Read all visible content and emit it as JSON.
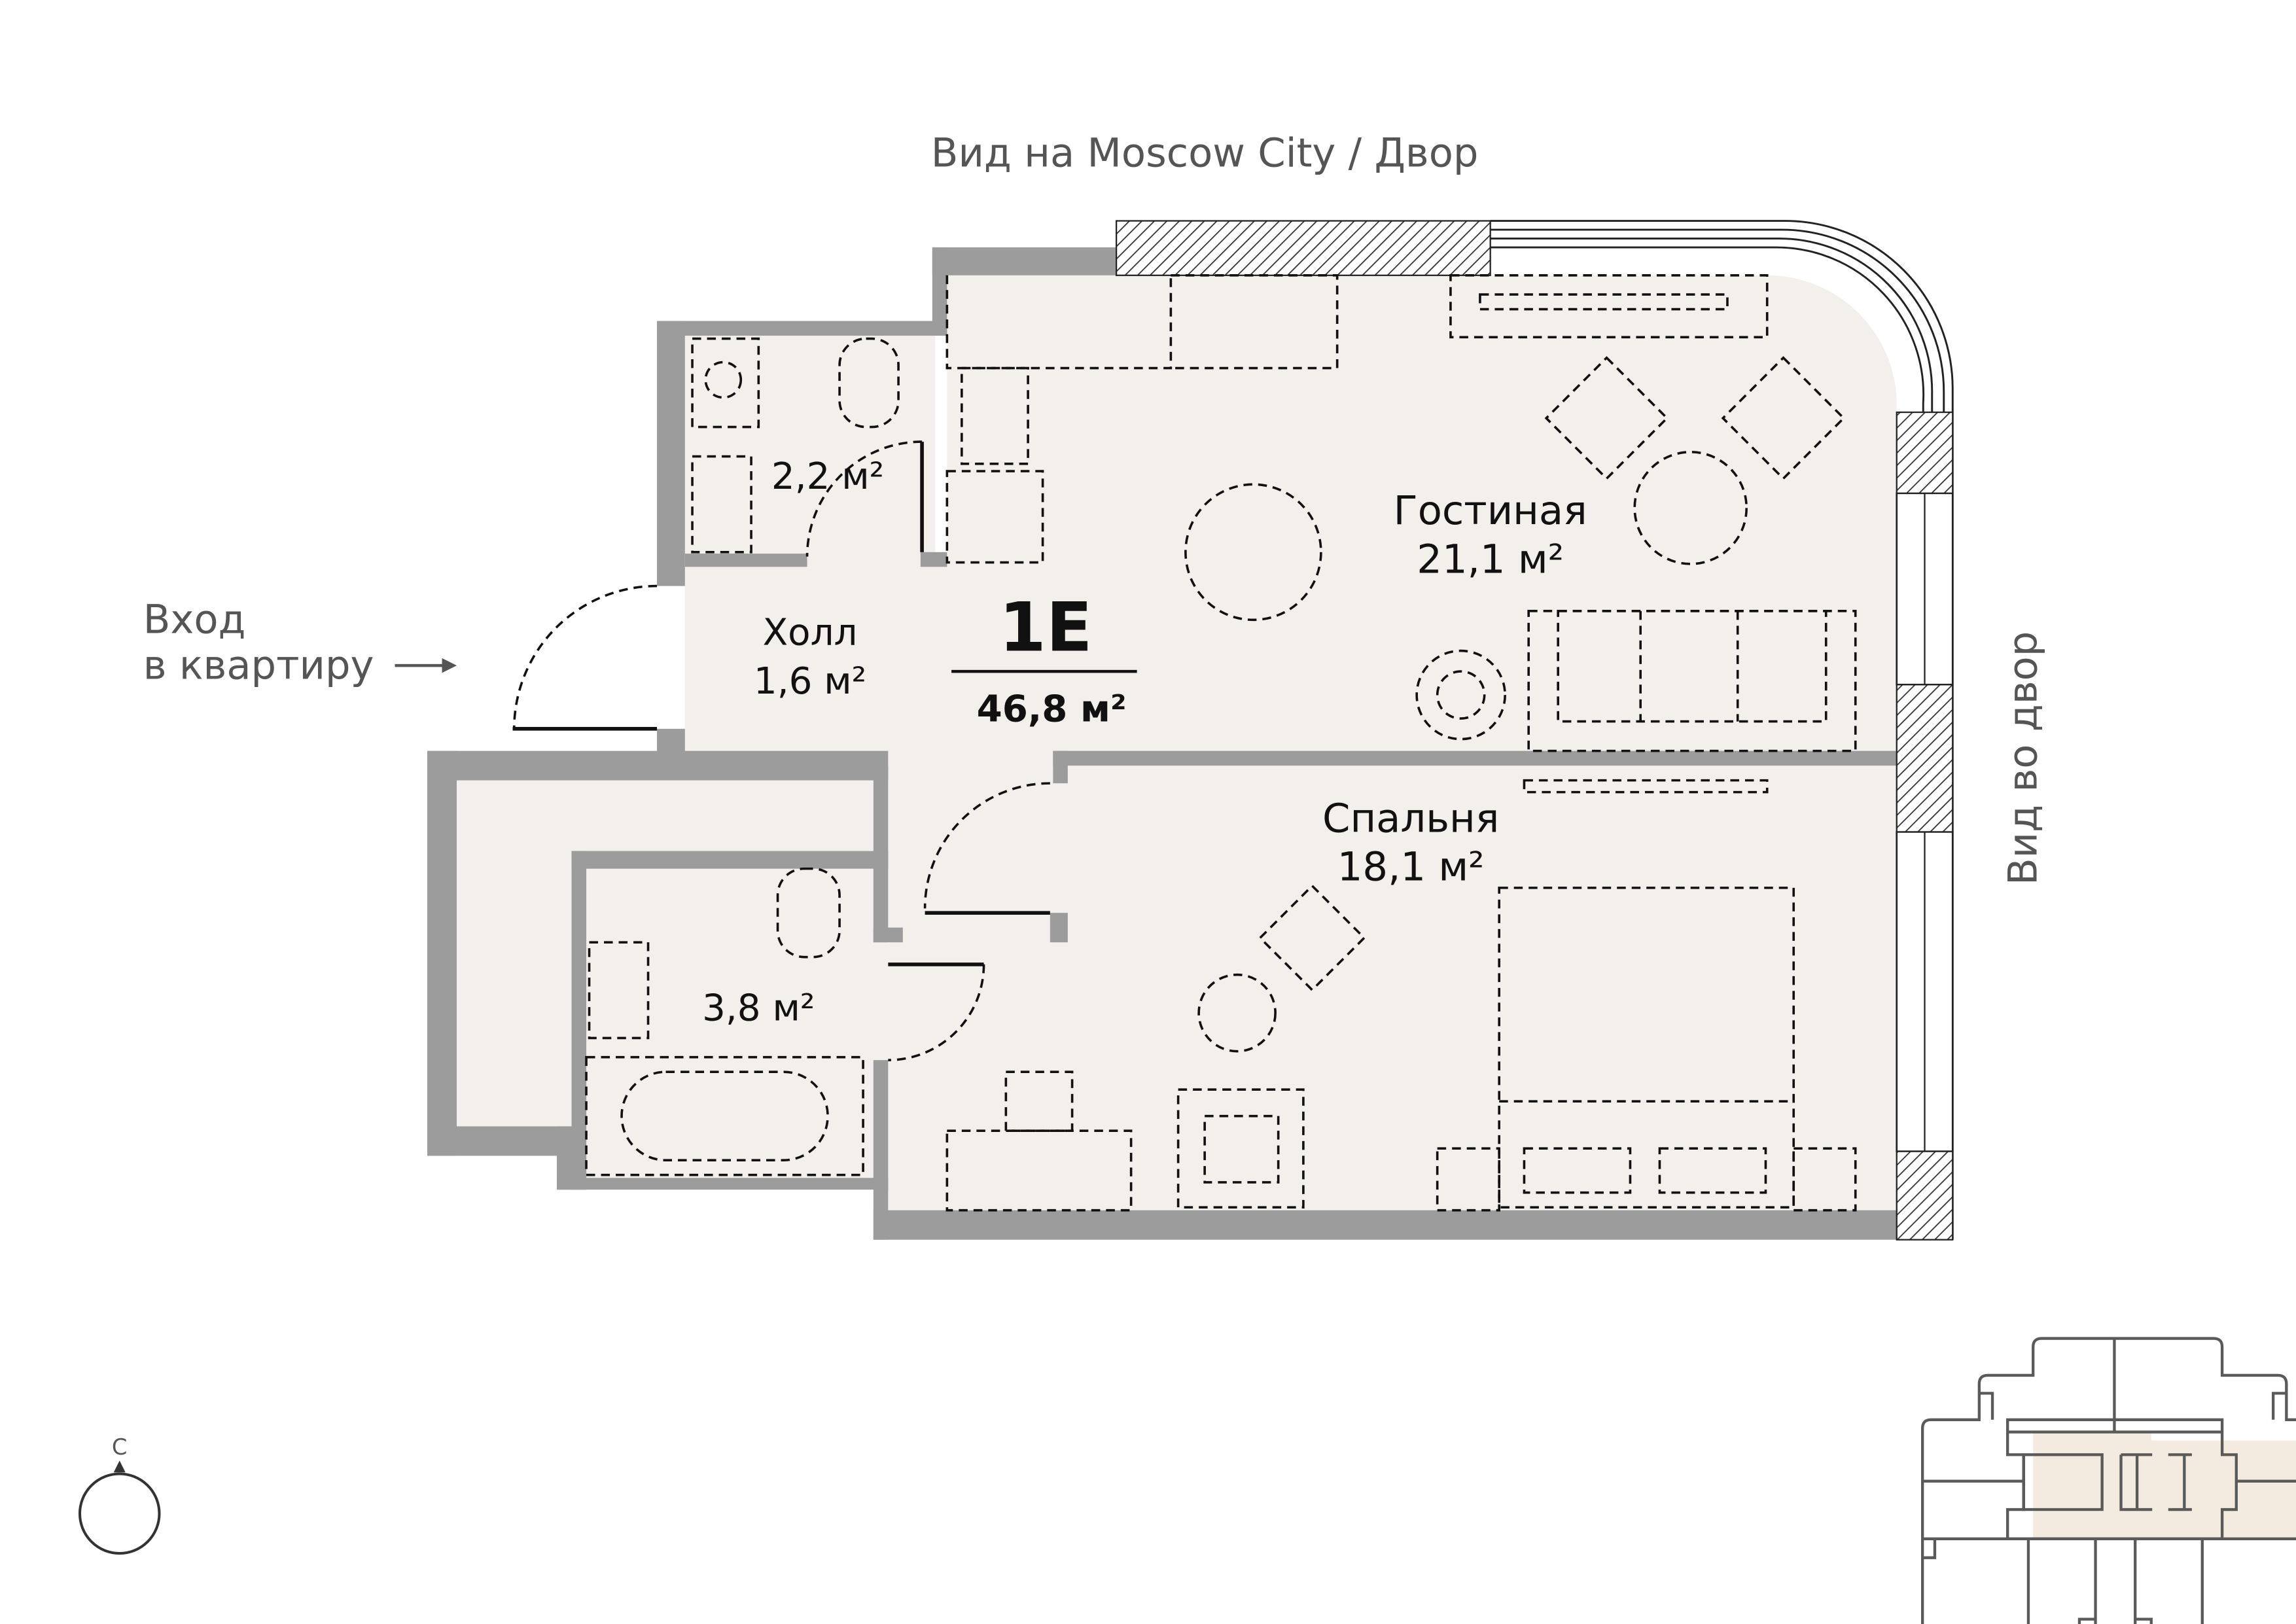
{
  "views": {
    "top": "Вид на Moscow City / Двор",
    "right": "Вид во двор"
  },
  "entrance": {
    "line1": "Вход",
    "line2": "в квартиру",
    "arrow": "arrow-right-icon"
  },
  "apartment": {
    "code": "1E",
    "total_area": "46,8 м²"
  },
  "rooms": [
    {
      "name": "",
      "area": "2,2 м²"
    },
    {
      "name": "Холл",
      "area": "1,6 м²"
    },
    {
      "name": "Гостиная",
      "area": "21,1 м²"
    },
    {
      "name": "Спальня",
      "area": "18,1 м²"
    },
    {
      "name": "",
      "area": "3,8 м²"
    }
  ],
  "compass": {
    "label": "С"
  },
  "colors": {
    "wall": "#9c9c9c",
    "floor": "#f3efea",
    "highlight": "#f3ebe0",
    "outline": "#5a5a58"
  }
}
